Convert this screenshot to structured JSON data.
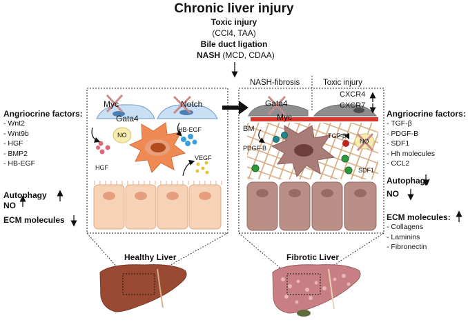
{
  "header": {
    "title": "Chronic liver injury",
    "causes": [
      {
        "label": "Toxic injury",
        "detail": "(CCl4, TAA)"
      },
      {
        "label": "Bile duct ligation"
      },
      {
        "label": "NASH",
        "detail": "(MCD, CDAA)"
      }
    ]
  },
  "healthy_panel": {
    "cells": [
      "Myc",
      "Notch",
      "Gata4"
    ],
    "molecules": [
      "NO",
      "HB-EGF",
      "HGF",
      "VEGF"
    ],
    "caption": "Healthy Liver"
  },
  "fibrotic_panel": {
    "section_labels": [
      "NASH-fibrosis",
      "Toxic injury"
    ],
    "cells": [
      "Gata4",
      "Myc"
    ],
    "receptors": [
      "CXCR4",
      "CXCR7"
    ],
    "bm_label": "BM",
    "molecules": [
      "TGF-β",
      "NO",
      "PDGF-B",
      "SDF1"
    ],
    "caption": "Fibrotic Liver"
  },
  "left_sidebar": {
    "angiocrine_heading": "Angriocrine factors:",
    "factors": [
      "- Wnt2",
      "- Wnt9b",
      "- HGF",
      "- BMP2",
      "- HB-EGF"
    ],
    "autophagy": "Autophagy",
    "no": "NO",
    "ecm": "ECM molecules"
  },
  "right_sidebar": {
    "angiocrine_heading": "Angriocrine factors:",
    "factors": [
      "- TGF-β",
      "- PDGF-B",
      "- SDF1",
      "- Hh molecules",
      "- CCL2"
    ],
    "autophagy": "Autophagy",
    "no": "NO",
    "ecm": "ECM molecules:",
    "ecm_items": [
      "- Collagens",
      "- Laminins",
      "- Fibronectin"
    ]
  },
  "colors": {
    "healthy_hepatocyte": "#f6d2b6",
    "fibrotic_hepatocyte": "#b98f86",
    "stellate_healthy": "#f08a55",
    "stellate_fibrotic": "#a97c78",
    "endothelium_healthy": "#c8dff4",
    "endothelium_fibrotic": "#8e8e8e",
    "basement_membrane": "#d9342b",
    "liver_healthy": "#9a4a33",
    "liver_fibrotic": "#c77f84"
  }
}
